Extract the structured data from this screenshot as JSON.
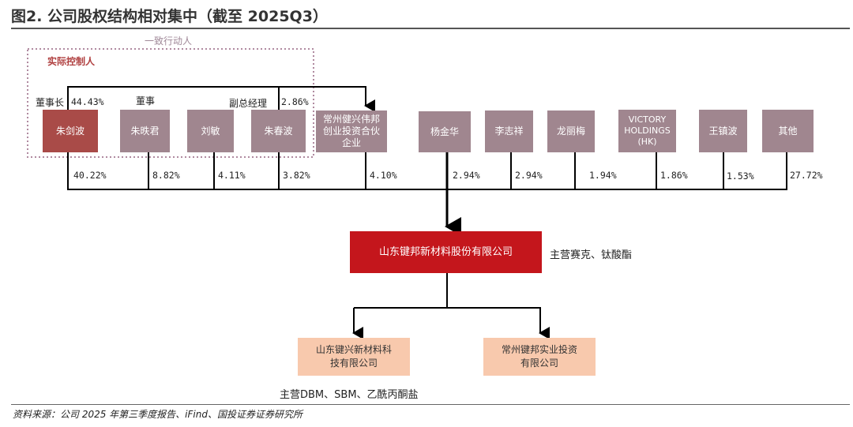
{
  "title": "图2. 公司股权结构相对集中（截至 2025Q3）",
  "group_label": "一致行动人",
  "controller_label": "实际控制人",
  "roles": {
    "chairman": "董事长",
    "chairman_pct": "44.43%",
    "director": "董事",
    "vp": "副总经理",
    "vp_pct": "2.86%"
  },
  "shareholders": [
    {
      "name": "朱剑波",
      "pct": "40.22%"
    },
    {
      "name": "朱昳君",
      "pct": "8.82%"
    },
    {
      "name": "刘敏",
      "pct": "4.11%"
    },
    {
      "name": "朱春波",
      "pct": "3.82%"
    },
    {
      "name": "常州健兴伟邦\n创业投资合伙\n企业",
      "pct": "4.10%"
    },
    {
      "name": "杨金华",
      "pct": "2.94%"
    },
    {
      "name": "李志祥",
      "pct": "2.94%"
    },
    {
      "name": "龙丽梅",
      "pct": "1.94%"
    },
    {
      "name": "VICTORY\nHOLDINGS\n(HK)",
      "pct": "1.86%"
    },
    {
      "name": "王镇波",
      "pct": "1.53%"
    },
    {
      "name": "其他",
      "pct": "27.72%"
    }
  ],
  "company": {
    "name": "山东键邦新材料股份有限公司",
    "business": "主营赛克、钛酸酯"
  },
  "subsidiaries": [
    {
      "name": "山东键兴新材料科\n技有限公司",
      "business": "主营DBM、SBM、乙酰丙酮盐"
    },
    {
      "name": "常州键邦实业投资\n有限公司"
    }
  ],
  "source": "资料来源：公司 2025 年第三季度报告、iFind、国投证券证券研究所",
  "colors": {
    "controller": "#a94b48",
    "holder": "#a0868f",
    "company": "#c4161c",
    "subsidiary": "#f8c9ad",
    "group": "#b08aa0"
  }
}
